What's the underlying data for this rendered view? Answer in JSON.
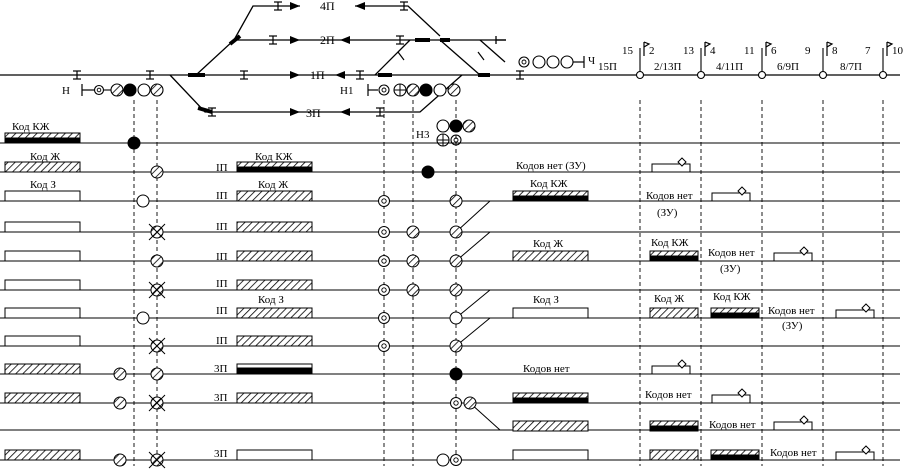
{
  "tracks": {
    "p4": "4П",
    "p2": "2П",
    "p1": "1П",
    "p3": "3П",
    "block": [
      "15П",
      "2/13П",
      "4/11П",
      "6/9П",
      "8/7П"
    ],
    "ch": "Ч"
  },
  "signals": {
    "n": "Н",
    "n1": "Н1",
    "n3": "Н3",
    "numbers": [
      {
        "left": "15",
        "right": "2"
      },
      {
        "left": "13",
        "right": "4"
      },
      {
        "left": "11",
        "right": "6"
      },
      {
        "left": "9",
        "right": "8"
      },
      {
        "left": "7",
        "right": "10"
      }
    ]
  },
  "codes": {
    "kodKZh": "Код КЖ",
    "kodZh": "Код Ж",
    "kodZ": "Код З",
    "kodovNet": "Кодов нет",
    "kodovNetZU": "Кодов нет (ЗУ)",
    "zu": "(ЗУ)",
    "ip": "IП",
    "p3": "3П"
  }
}
